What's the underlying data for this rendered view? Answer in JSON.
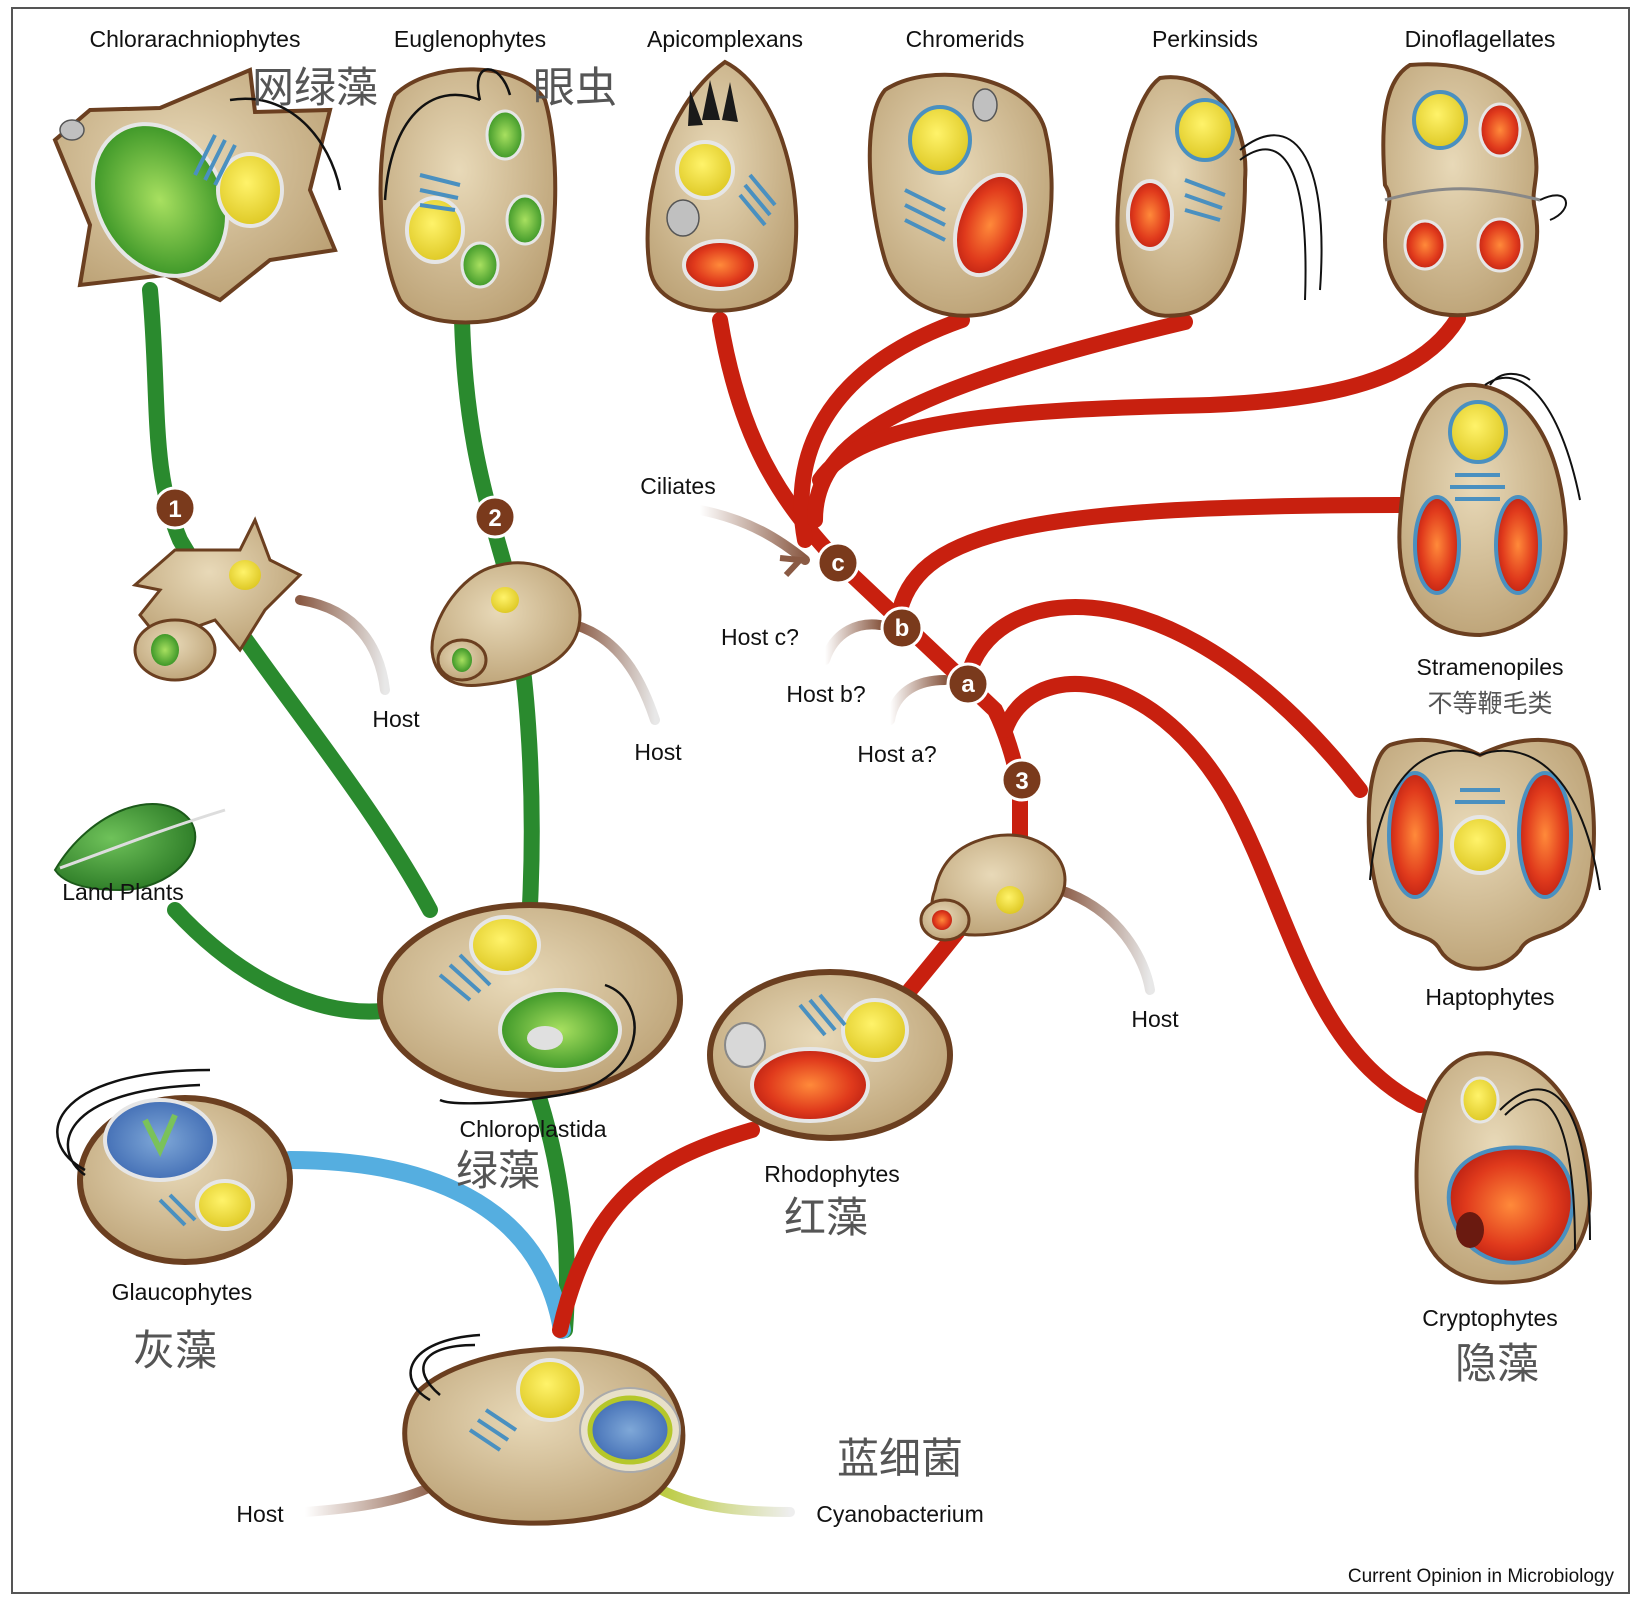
{
  "labels": {
    "chlorarachniophytes": "Chlorarachniophytes",
    "euglenophytes": "Euglenophytes",
    "apicomplexans": "Apicomplexans",
    "chromerids": "Chromerids",
    "perkinsids": "Perkinsids",
    "dinoflagellates": "Dinoflagellates",
    "ciliates": "Ciliates",
    "stramenopiles": "Stramenopiles",
    "haptophytes": "Haptophytes",
    "cryptophytes": "Cryptophytes",
    "land_plants": "Land Plants",
    "chloroplastida": "Chloroplastida",
    "rhodophytes": "Rhodophytes",
    "glaucophytes": "Glaucophytes",
    "cyanobacterium": "Cyanobacterium",
    "host": "Host",
    "host_a": "Host a?",
    "host_b": "Host b?",
    "host_c": "Host c?"
  },
  "chinese": {
    "chlorarachniophytes": "网绿藻",
    "euglenophytes": "眼虫",
    "stramenopiles": "不等鞭毛类",
    "chloroplastida": "绿藻",
    "rhodophytes": "红藻",
    "glaucophytes": "灰藻",
    "cryptophytes": "隐藻",
    "cyanobacterium": "蓝细菌"
  },
  "nodes": [
    "1",
    "2",
    "3",
    "a",
    "b",
    "c"
  ],
  "credit": "Current Opinion in Microbiology",
  "colors": {
    "green_lineage": "#2a8a2e",
    "red_lineage": "#c8200f",
    "blue_lineage": "#55aee0",
    "host_branch": "#8a5a44",
    "node_fill": "#7a3a1c",
    "cell_fill": "#d6c39c",
    "cell_border": "#6b3f20"
  }
}
